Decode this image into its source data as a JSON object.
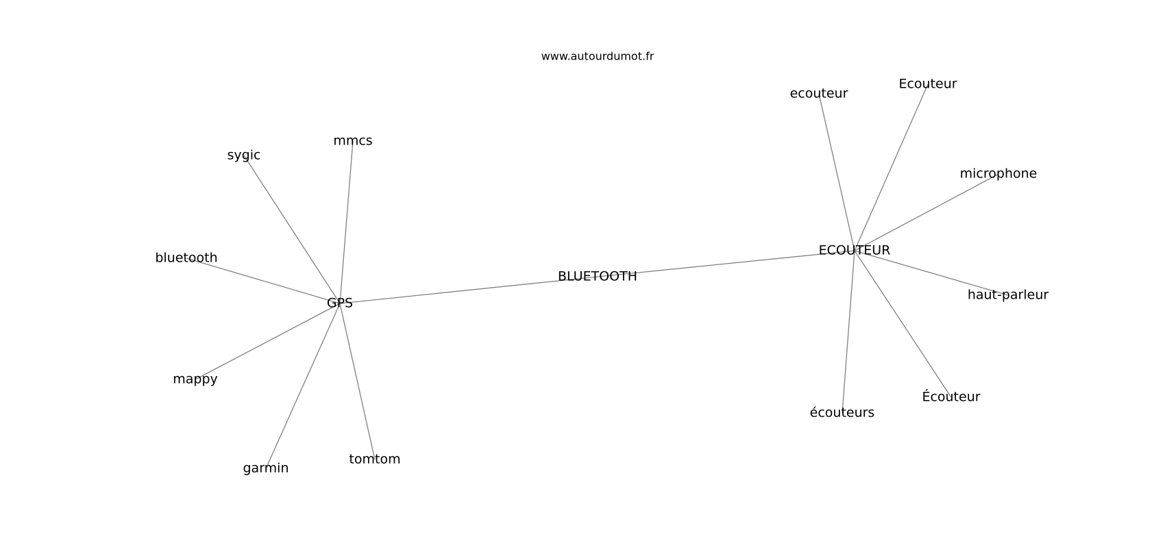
{
  "source": "www.autourdumot.fr",
  "graph": {
    "nodes": [
      {
        "id": "BLUETOOTH",
        "label": "BLUETOOTH"
      },
      {
        "id": "GPS",
        "label": "GPS"
      },
      {
        "id": "ECOUTEUR",
        "label": "ECOUTEUR"
      },
      {
        "id": "mmcs",
        "label": "mmcs"
      },
      {
        "id": "sygic",
        "label": "sygic"
      },
      {
        "id": "bluetooth",
        "label": "bluetooth"
      },
      {
        "id": "mappy",
        "label": "mappy"
      },
      {
        "id": "garmin",
        "label": "garmin"
      },
      {
        "id": "tomtom",
        "label": "tomtom"
      },
      {
        "id": "ecouteur",
        "label": "ecouteur"
      },
      {
        "id": "Ecouteur",
        "label": "Ecouteur"
      },
      {
        "id": "microphone",
        "label": "microphone"
      },
      {
        "id": "haut-parleur",
        "label": "haut-parleur"
      },
      {
        "id": "Écouteur",
        "label": "Écouteur"
      },
      {
        "id": "écouteurs",
        "label": "écouteurs"
      }
    ],
    "edges": [
      [
        "GPS",
        "BLUETOOTH"
      ],
      [
        "BLUETOOTH",
        "ECOUTEUR"
      ],
      [
        "GPS",
        "mmcs"
      ],
      [
        "GPS",
        "sygic"
      ],
      [
        "GPS",
        "bluetooth"
      ],
      [
        "GPS",
        "mappy"
      ],
      [
        "GPS",
        "garmin"
      ],
      [
        "GPS",
        "tomtom"
      ],
      [
        "ECOUTEUR",
        "ecouteur"
      ],
      [
        "ECOUTEUR",
        "Ecouteur"
      ],
      [
        "ECOUTEUR",
        "microphone"
      ],
      [
        "ECOUTEUR",
        "haut-parleur"
      ],
      [
        "ECOUTEUR",
        "Écouteur"
      ],
      [
        "ECOUTEUR",
        "écouteurs"
      ]
    ]
  }
}
